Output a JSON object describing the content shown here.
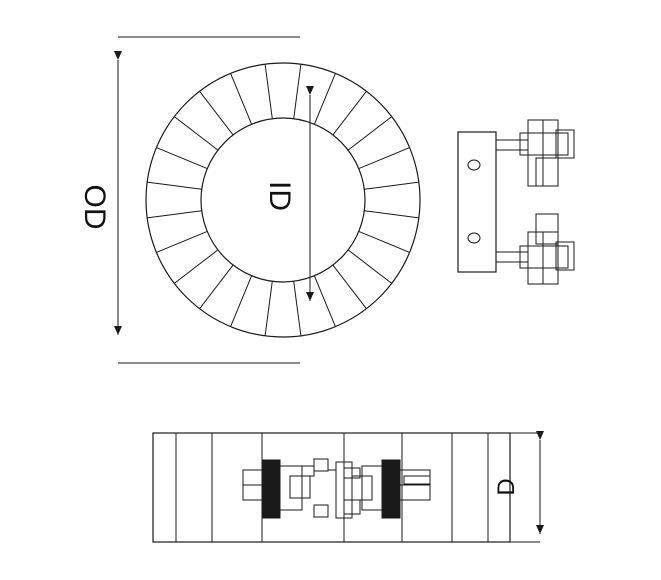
{
  "labels": {
    "outer_diameter": "OD",
    "inner_diameter": "ID",
    "depth": "D"
  },
  "ring": {
    "segment_count": 24
  },
  "colors": {
    "line": "#1a1a1a",
    "insulator_fill": "#1a1a1a",
    "background": "#ffffff"
  }
}
